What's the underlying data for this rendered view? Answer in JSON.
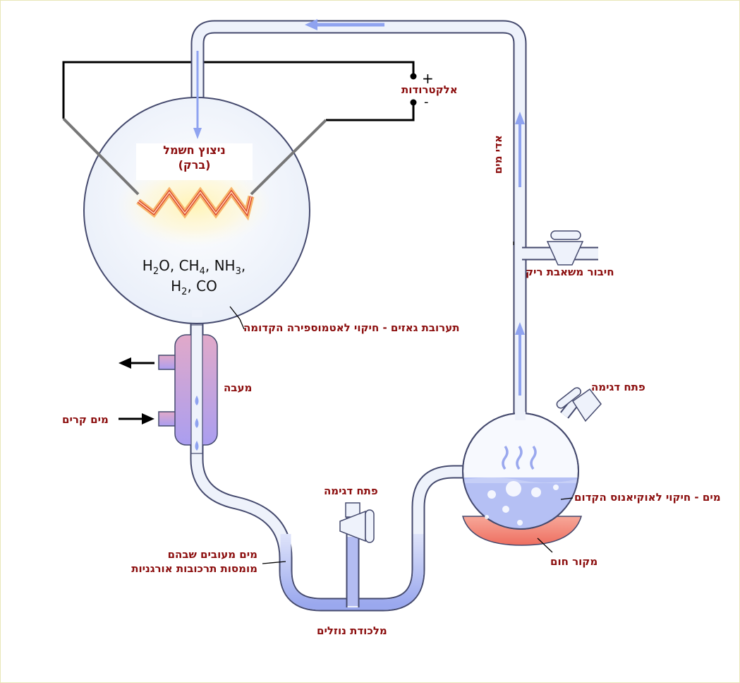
{
  "labels": {
    "electrodes": "אלקטרודות",
    "plus": "+",
    "minus": "-",
    "spark_line1": "ניצוץ חשמל",
    "spark_line2": "(ברק)",
    "water_vapor": "אדי מים",
    "vacuum_pump": "חיבור משאבת ריק",
    "gas_mixture": "תערובת גאזים - חיקוי לאטמוספירה הקדומה",
    "condenser": "מעבה",
    "cold_water": "מים קרים",
    "sampling_port_top": "פתח דגימה",
    "sampling_port_bottom": "פתח דגימה",
    "ocean_water": "מים - חיקוי לאוקיאנוס הקדום",
    "heat_source": "מקור חום",
    "condensed_water_line1": "מים מעובים שבהם",
    "condensed_water_line2": "מומסות תרכובות אורגניות",
    "droplet_trap": "מלכודת נוזלים"
  },
  "formula": {
    "h2o_h": "H",
    "h2o_sub": "2",
    "h2o_o": "O, ",
    "ch4_c": "CH",
    "ch4_sub": "4",
    "ch4_sep": ", ",
    "nh3_n": "NH",
    "nh3_sub": "3",
    "nh3_sep": ",",
    "h2_h": "H",
    "h2_sub": "2",
    "h2_sep": ", CO"
  },
  "colors": {
    "label": "#8b0d0d",
    "tube_fill": "#eef2fb",
    "tube_stroke": "#454a6e",
    "flow_arrow": "#8fa3f0",
    "water": "#a9b4ef",
    "condenser_top": "#e1a9c9",
    "condenser_bottom": "#aa9ef0",
    "heater": "#f07a6e",
    "spark": "#f0a030"
  }
}
